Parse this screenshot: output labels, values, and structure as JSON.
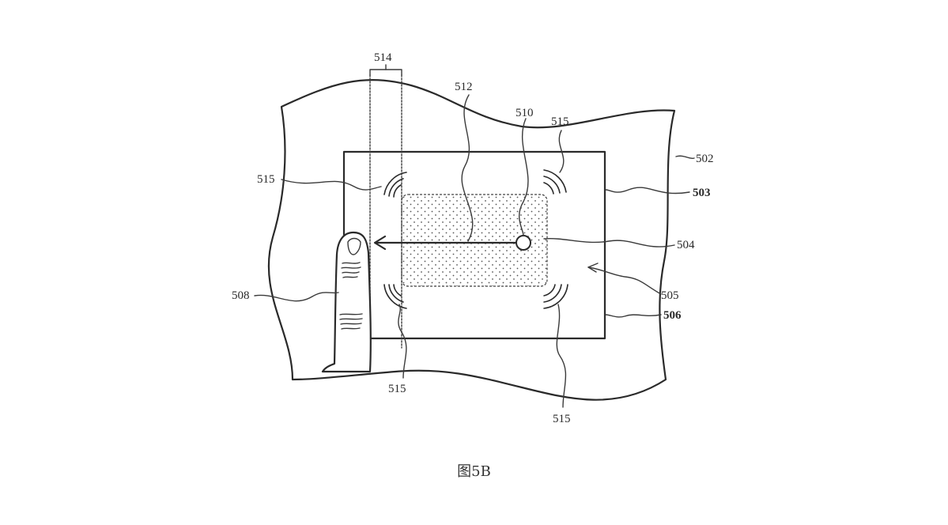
{
  "figure": {
    "labels": {
      "l514": "514",
      "l512": "512",
      "l510": "510",
      "l515_top": "515",
      "l502": "502",
      "l515_left": "515",
      "l503": "503",
      "l504": "504",
      "l505": "505",
      "l508": "508",
      "l506": "506",
      "l515_bottom_left": "515",
      "l515_bottom_right": "515"
    },
    "caption": "图5B"
  }
}
